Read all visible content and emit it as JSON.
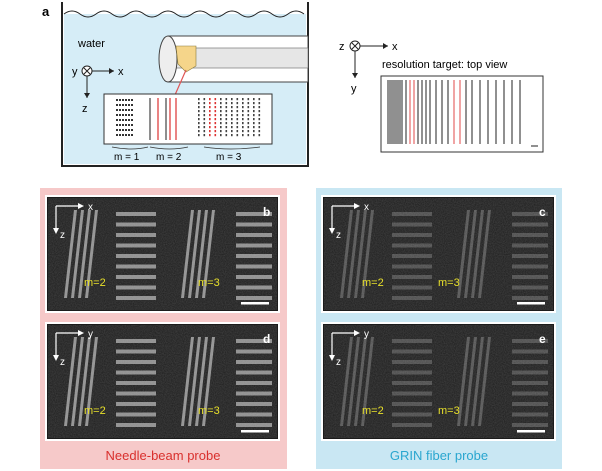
{
  "panel_a": {
    "letter": "a",
    "medium_label": "water",
    "coord_left": {
      "out": "y",
      "h": "x",
      "v": "z"
    },
    "coord_right": {
      "out": "z",
      "h": "x",
      "v": "y"
    },
    "target_caption": "resolution target: top view",
    "groups": [
      "m = 1",
      "m = 2",
      "m = 3"
    ]
  },
  "images": [
    {
      "letter": "b",
      "axis_h": "x",
      "axis_v": "z",
      "labels": [
        "m=2",
        "m=3"
      ]
    },
    {
      "letter": "d",
      "axis_h": "y",
      "axis_v": "z",
      "labels": [
        "m=2",
        "m=3"
      ]
    },
    {
      "letter": "c",
      "axis_h": "x",
      "axis_v": "z",
      "labels": [
        "m=2",
        "m=3"
      ]
    },
    {
      "letter": "e",
      "axis_h": "y",
      "axis_v": "z",
      "labels": [
        "m=2",
        "m=3"
      ]
    }
  ],
  "probes": {
    "needle_label": "Needle-beam probe",
    "grin_label": "GRIN fiber probe"
  },
  "colors": {
    "water": "#d6edf7",
    "needle_bg": "#f6c9c9",
    "needle_text": "#d9302d",
    "grin_bg": "#c9e7f3",
    "grin_text": "#2aa6cf",
    "label_yellow": "#e8e02a"
  }
}
